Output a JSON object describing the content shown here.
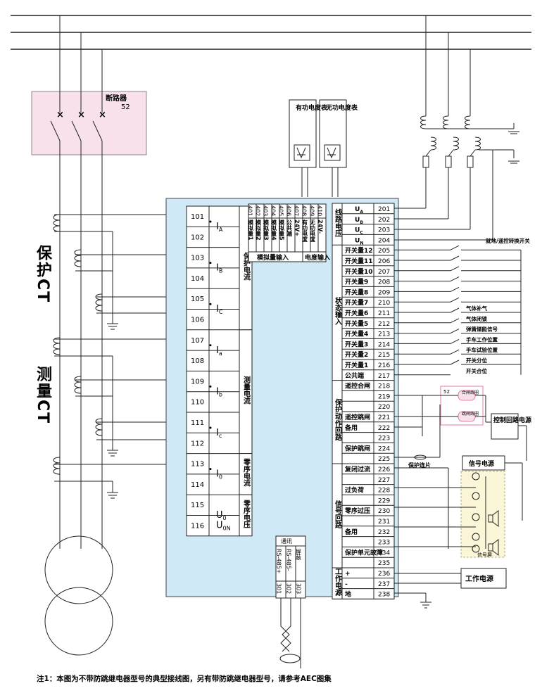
{
  "breaker": {
    "title": "断路器",
    "code": "52"
  },
  "left_labels": {
    "protect_ct": "保护CT",
    "measure_ct": "测量CT"
  },
  "meters": {
    "active": "有功电度表",
    "reactive": "无功电度表"
  },
  "current_terminals": [
    {
      "num": "101",
      "label": "I",
      "sub": "A"
    },
    {
      "num": "102",
      "label": "",
      "sub": ""
    },
    {
      "num": "103",
      "label": "I",
      "sub": "B"
    },
    {
      "num": "104",
      "label": "",
      "sub": ""
    },
    {
      "num": "105",
      "label": "I",
      "sub": "C"
    },
    {
      "num": "106",
      "label": "",
      "sub": ""
    },
    {
      "num": "107",
      "label": "I",
      "sub": "a"
    },
    {
      "num": "108",
      "label": "",
      "sub": ""
    },
    {
      "num": "109",
      "label": "I",
      "sub": "b"
    },
    {
      "num": "110",
      "label": "",
      "sub": ""
    },
    {
      "num": "111",
      "label": "I",
      "sub": "c"
    },
    {
      "num": "112",
      "label": "",
      "sub": ""
    },
    {
      "num": "113",
      "label": "I",
      "sub": "0"
    },
    {
      "num": "114",
      "label": "",
      "sub": ""
    },
    {
      "num": "115",
      "label": "U",
      "sub": "0"
    },
    {
      "num": "116",
      "label": "U",
      "sub": "0N"
    }
  ],
  "current_groups": [
    "保护电流",
    "测量电流",
    "零序电流",
    "零序电压"
  ],
  "analog_terminals": [
    {
      "num": "401",
      "label": "模拟量1"
    },
    {
      "num": "402",
      "label": "模拟量2"
    },
    {
      "num": "403",
      "label": "模拟量3"
    },
    {
      "num": "404",
      "label": "模拟量4"
    },
    {
      "num": "405",
      "label": "模拟量5"
    },
    {
      "num": "406",
      "label": "公共端"
    },
    {
      "num": "407",
      "label": "24V+"
    },
    {
      "num": "408",
      "label": "有功电度"
    },
    {
      "num": "409",
      "label": "无功电度"
    },
    {
      "num": "410",
      "label": "24V-"
    }
  ],
  "analog_groups": [
    "模拟量输入",
    "电度输入"
  ],
  "right_terminals": [
    {
      "num": "201",
      "label": "U",
      "sub": "A"
    },
    {
      "num": "202",
      "label": "U",
      "sub": "B"
    },
    {
      "num": "203",
      "label": "U",
      "sub": "C"
    },
    {
      "num": "204",
      "label": "U",
      "sub": "N"
    },
    {
      "num": "205",
      "label": "开关量12"
    },
    {
      "num": "206",
      "label": "开关量11"
    },
    {
      "num": "207",
      "label": "开关量10"
    },
    {
      "num": "208",
      "label": "开关量9"
    },
    {
      "num": "209",
      "label": "开关量8"
    },
    {
      "num": "210",
      "label": "开关量7"
    },
    {
      "num": "211",
      "label": "开关量6"
    },
    {
      "num": "212",
      "label": "开关量5"
    },
    {
      "num": "213",
      "label": "开关量4"
    },
    {
      "num": "214",
      "label": "开关量3"
    },
    {
      "num": "215",
      "label": "开关量2"
    },
    {
      "num": "216",
      "label": "开关量1"
    },
    {
      "num": "217",
      "label": "公共端"
    },
    {
      "num": "218",
      "label": "遥控合闸"
    },
    {
      "num": "219",
      "label": ""
    },
    {
      "num": "220",
      "label": ""
    },
    {
      "num": "221",
      "label": "遥控跳闸"
    },
    {
      "num": "222",
      "label": "备用"
    },
    {
      "num": "223",
      "label": ""
    },
    {
      "num": "224",
      "label": "保护跳闸"
    },
    {
      "num": "225",
      "label": ""
    },
    {
      "num": "226",
      "label": "复闭过流"
    },
    {
      "num": "227",
      "label": ""
    },
    {
      "num": "228",
      "label": "过负荷"
    },
    {
      "num": "229",
      "label": ""
    },
    {
      "num": "230",
      "label": "零序过压"
    },
    {
      "num": "231",
      "label": ""
    },
    {
      "num": "232",
      "label": "备用"
    },
    {
      "num": "233",
      "label": ""
    },
    {
      "num": "234",
      "label": "保护单元故障"
    },
    {
      "num": "235",
      "label": ""
    },
    {
      "num": "236",
      "label": "+"
    },
    {
      "num": "237",
      "label": "-"
    },
    {
      "num": "238",
      "label": "地"
    }
  ],
  "right_groups": [
    "线路电压",
    "状态输入",
    "保护动作回路",
    "信号回路",
    "工作电源"
  ],
  "switch_signals": [
    "就地/遥控转换开关",
    "气体补气",
    "气体闭锁",
    "弹簧储能信号",
    "手车工作位置",
    "手车试验位置",
    "开关分位",
    "开关合位"
  ],
  "comm": {
    "title": "通讯",
    "terminals": [
      {
        "num": "301",
        "label": "RS-485+"
      },
      {
        "num": "302",
        "label": "RS-485-"
      },
      {
        "num": "303",
        "label": "屏蔽"
      }
    ]
  },
  "aux": {
    "protect_link": "保护连片",
    "control_power": "控制回路电源",
    "signal_power": "信号电源",
    "signal_screen": "信号屏",
    "work_power": "工作电源",
    "close_coil": "合闸线圈",
    "trip_coil": "跳闸线圈",
    "breaker_code": "52"
  },
  "note": "注1：本图为不带防跳继电器型号的典型接线图，另有带防跳继电器型号，请参考AEC图集",
  "colors": {
    "panel": "#cfe9f6",
    "breaker_bg": "#f8e1ec",
    "line": "#222222"
  }
}
